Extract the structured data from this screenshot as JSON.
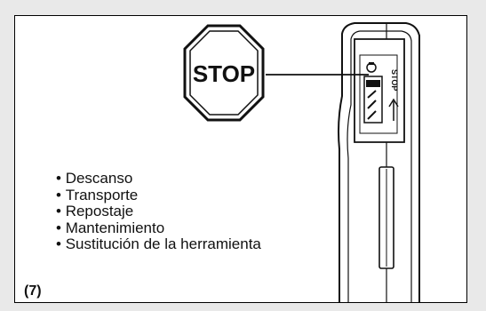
{
  "stop_sign": {
    "text": "STOP"
  },
  "instructions": {
    "items": [
      "Descanso",
      "Transporte",
      "Repostaje",
      "Mantenimiento",
      "Sustitución de la herramienta"
    ]
  },
  "switch_label": "STOP",
  "figure_label": "(7)"
}
